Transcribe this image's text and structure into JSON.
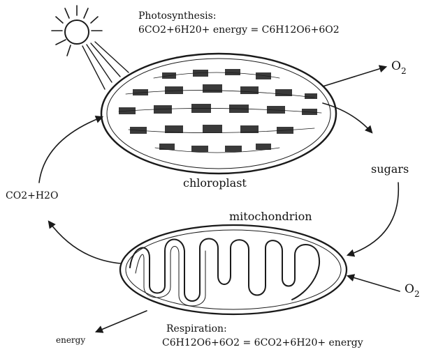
{
  "photosynthesis": {
    "title": "Photosynthesis:",
    "equation": "6CO2+6H20+ energy = C6H12O6+6O2"
  },
  "respiration": {
    "title": "Respiration:",
    "equation": "C6H12O6+6O2 = 6CO2+6H20+ energy"
  },
  "organelles": {
    "chloroplast": "chloroplast",
    "mitochondrion": "mitochondrion"
  },
  "flows": {
    "o2_out_base": "O",
    "o2_out_sub": "2",
    "o2_in_base": "O",
    "o2_in_sub": "2",
    "sugars": "sugars",
    "co2_h2o": "CO2+H2O",
    "energy": "energy"
  },
  "icons": {
    "sun": "sun-icon"
  }
}
